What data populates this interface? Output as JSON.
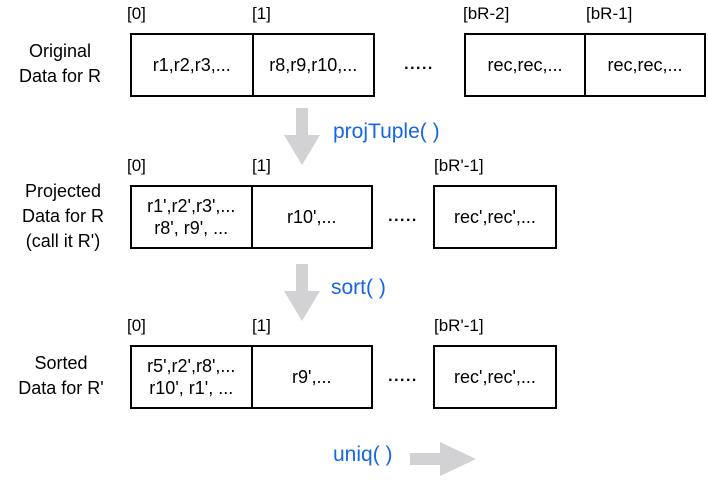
{
  "colors": {
    "accent_blue": "#1766e3",
    "arrow_gray": "#d2d2d4",
    "box_border": "#000000"
  },
  "rows": [
    {
      "label_lines": [
        "Original",
        "Data for R"
      ],
      "ticks": [
        "[0]",
        "[1]",
        "[bR-2]",
        "[bR-1]"
      ],
      "cells": [
        {
          "lines": [
            "r1,r2,r3,..."
          ]
        },
        {
          "lines": [
            "r8,r9,r10,..."
          ]
        },
        {
          "lines": [
            "rec,rec,..."
          ]
        },
        {
          "lines": [
            "rec,rec,..."
          ]
        }
      ],
      "dots": "....."
    },
    {
      "label_lines": [
        "Projected",
        "Data for R",
        "(call it R')"
      ],
      "ticks": [
        "[0]",
        "[1]",
        "[bR'-1]"
      ],
      "cells": [
        {
          "lines": [
            "r1',r2',r3',...",
            "r8', r9', ..."
          ]
        },
        {
          "lines": [
            "r10',..."
          ]
        },
        {
          "lines": [
            "rec',rec',..."
          ]
        }
      ],
      "dots": "....."
    },
    {
      "label_lines": [
        "Sorted",
        "Data for R'"
      ],
      "ticks": [
        "[0]",
        "[1]",
        "[bR'-1]"
      ],
      "cells": [
        {
          "lines": [
            "r5',r2',r8',...",
            "r10', r1', ..."
          ]
        },
        {
          "lines": [
            "r9',..."
          ]
        },
        {
          "lines": [
            "rec',rec',..."
          ]
        }
      ],
      "dots": "....."
    }
  ],
  "operations": [
    {
      "name": "projTuple",
      "label": "projTuple( )"
    },
    {
      "name": "sort",
      "label": "sort( )"
    },
    {
      "name": "uniq",
      "label": "uniq( )"
    }
  ]
}
